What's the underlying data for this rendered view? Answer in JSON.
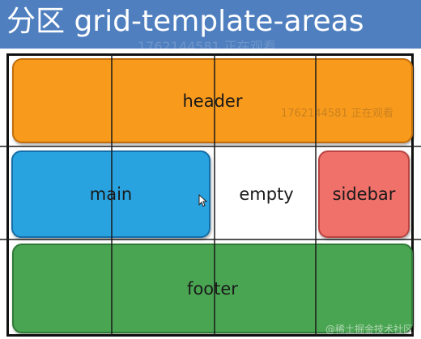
{
  "slide": {
    "title": "分区 grid-template-areas",
    "watermark_top": "1762144581 正在观看"
  },
  "grid": {
    "areas": {
      "header": "header",
      "main": "main",
      "empty": "empty",
      "sidebar": "sidebar",
      "footer": "footer"
    },
    "watermark_mid": "1762144581 正在观看",
    "watermark_corner": "@稀土掘金技术社区"
  },
  "colors": {
    "background": "#4f7fbf",
    "header": "#f89a1c",
    "main": "#29a3e0",
    "sidebar": "#f0706a",
    "footer": "#4aa552",
    "empty": "#ffffff"
  },
  "icons": {
    "cursor": "mouse-pointer-icon"
  }
}
